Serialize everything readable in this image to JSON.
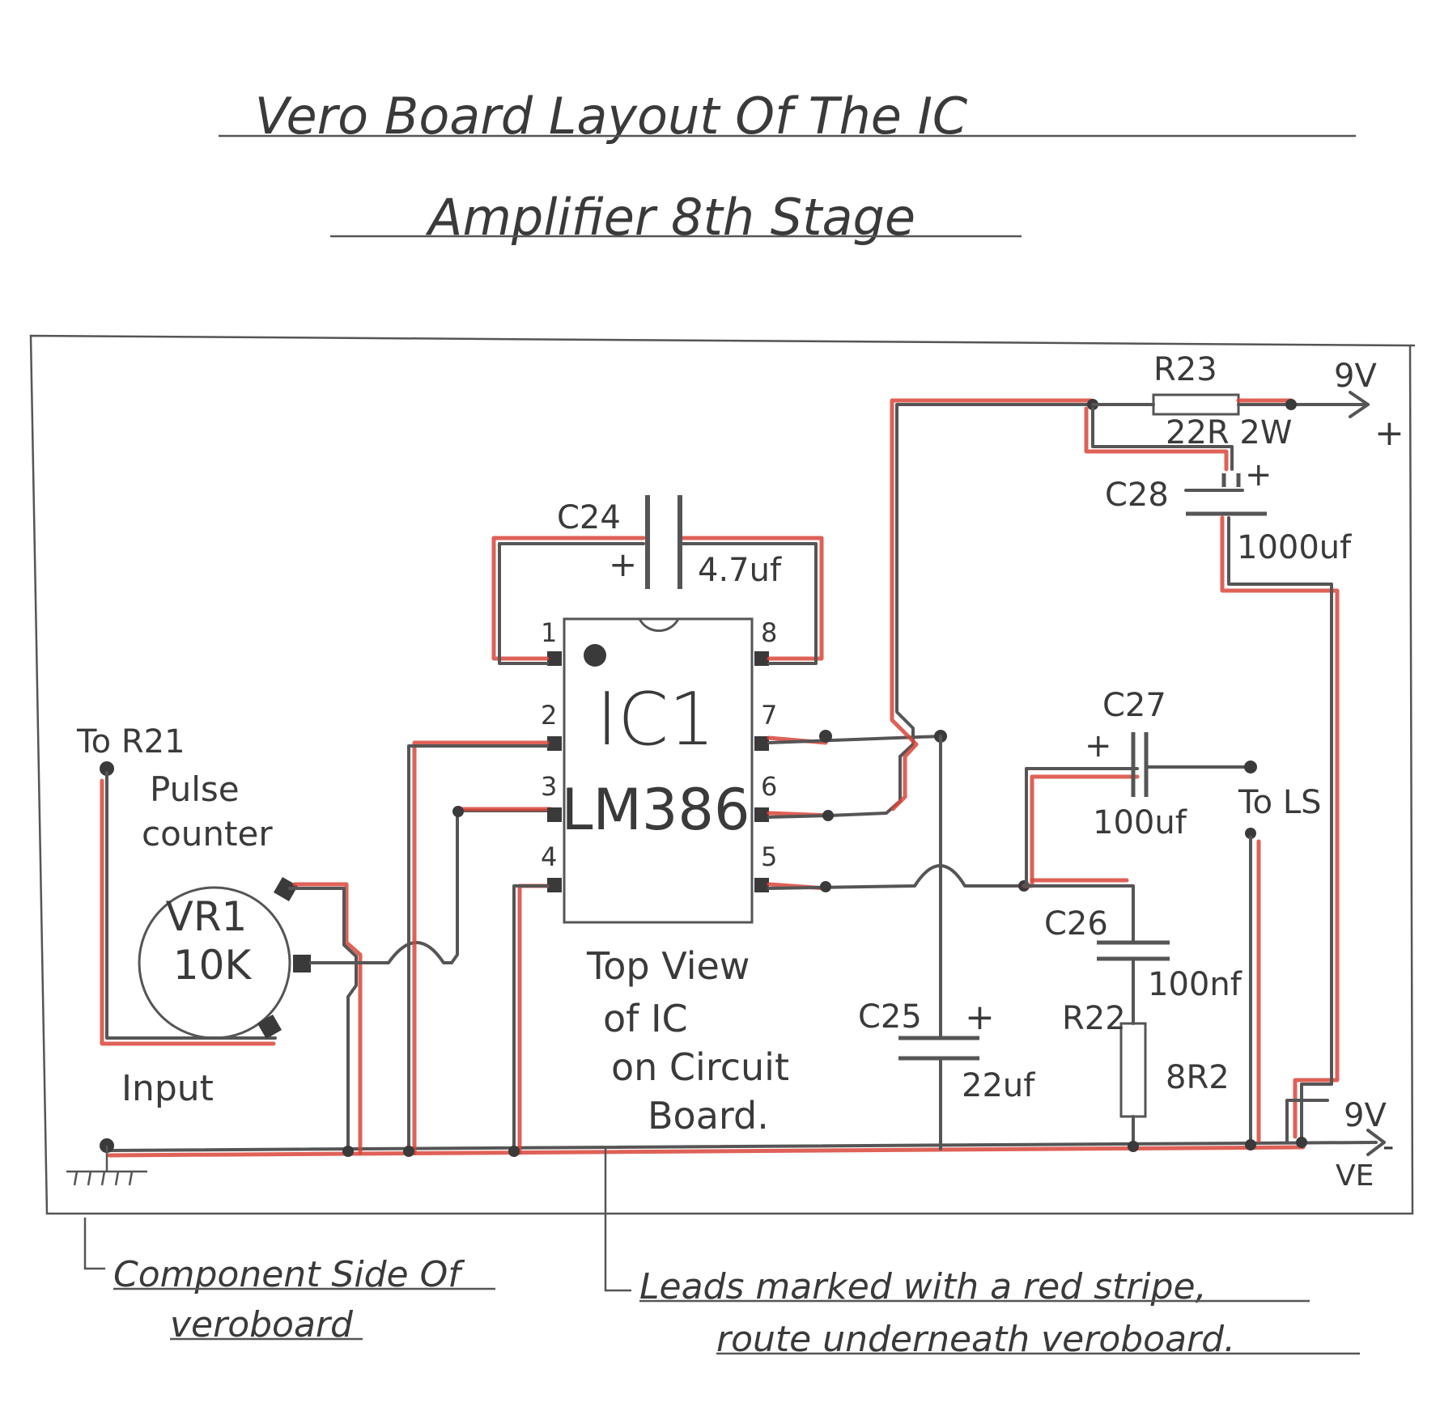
{
  "title": {
    "line1": "Vero Board Layout Of The IC",
    "line2": "Amplifier 8th Stage"
  },
  "ic": {
    "name": "IC1",
    "part": "LM386",
    "pins": [
      "1",
      "2",
      "3",
      "4",
      "5",
      "6",
      "7",
      "8"
    ],
    "caption": [
      "Top View",
      "of IC",
      "on Circuit",
      "Board."
    ]
  },
  "components": {
    "c24": {
      "label": "C24",
      "value": "4.7uf",
      "polarity": "+"
    },
    "c25": {
      "label": "C25",
      "value": "22uf",
      "polarity": "+"
    },
    "c26": {
      "label": "C26",
      "value": "100nf"
    },
    "c27": {
      "label": "C27",
      "value": "100uf",
      "polarity": "+"
    },
    "c28": {
      "label": "C28",
      "value": "1000uf",
      "polarity": "+"
    },
    "r22": {
      "label": "R22",
      "value": "8R2"
    },
    "r23": {
      "label": "R23",
      "value": "22R 2W"
    },
    "vr1": {
      "label": "VR1",
      "value": "10K"
    }
  },
  "terminals": {
    "to_r21": [
      "To R21",
      "Pulse",
      "counter"
    ],
    "input": "Input",
    "to_ls": "To LS",
    "plus_9v": {
      "volts": "9V",
      "sign": "+"
    },
    "minus_9v": {
      "volts": "9V",
      "sign": "-",
      "suffix": "VE"
    }
  },
  "notes": {
    "component_side": [
      "Component Side Of",
      "veroboard"
    ],
    "red_leads": [
      "Leads marked with a red stripe,",
      "route underneath veroboard."
    ]
  },
  "colors": {
    "pencil": "#3a3a3a",
    "red_stripe": "#d9453a",
    "paper": "#ffffff"
  }
}
